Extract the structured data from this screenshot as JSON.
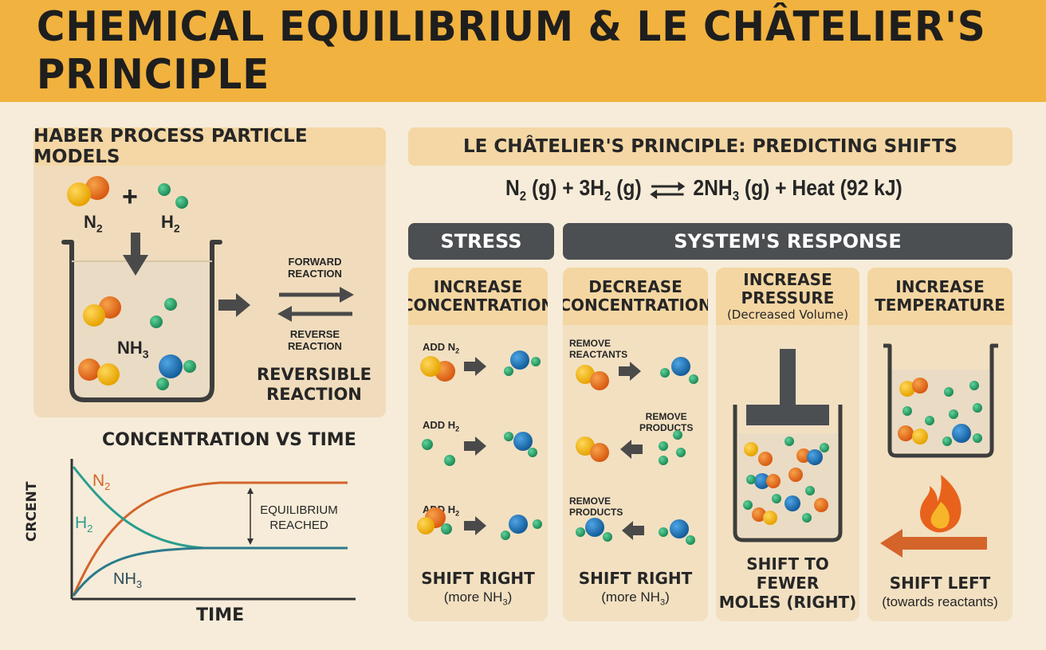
{
  "title": "CHEMICAL EQUILIBRIUM & LE CHÂTELIER'S PRINCIPLE",
  "left_panel": {
    "heading": "HABER PROCESS PARTICLE MODELS",
    "plus": "+",
    "n2_label": "N",
    "h2_label": "H",
    "nh3_label": "NH",
    "sub2": "2",
    "sub3": "3",
    "forward": [
      "FORWARD",
      "REACTION"
    ],
    "reverse": [
      "REVERSE",
      "REACTION"
    ],
    "reversible": [
      "REVERSIBLE",
      "REACTION"
    ]
  },
  "graph": {
    "title": "CONCENTRATION VS TIME",
    "ylabel": "CRCENT",
    "xlabel": "TIME",
    "annotation": [
      "EQUILIBRIUM",
      "REACHED"
    ],
    "series": [
      {
        "name": "N2",
        "color": "#d4642a"
      },
      {
        "name": "H2",
        "color": "#2a9d8f"
      },
      {
        "name": "NH3",
        "color": "#2c7a8c"
      }
    ]
  },
  "right_panel": {
    "heading": "LE CHÂTELIER'S PRINCIPLE: PREDICTING SHIFTS",
    "equation": {
      "n2": "N",
      "s1": "2",
      "mid1": " (g) + 3H",
      "s2": "2",
      "mid2": " (g)",
      "nh3": "2NH",
      "s3": "3",
      "tail": " (g) + Heat (92 kJ)"
    },
    "stress_header": "STRESS",
    "response_header": "SYSTEM'S RESPONSE",
    "columns": [
      {
        "title": [
          "INCREASE",
          "CONCENTRATION"
        ],
        "rows": [
          "ADD N",
          "ADD H",
          "ADD H"
        ],
        "rows_sub": [
          "2",
          "2",
          "2"
        ],
        "result": "SHIFT RIGHT",
        "result_sub": "(more NH",
        "result_sub_end": ")"
      },
      {
        "title": [
          "DECREASE",
          "CONCENTRATION"
        ],
        "rows": [
          [
            "REMOVE",
            "REACTANTS"
          ],
          [
            "REMOVE",
            "PRODUCTS"
          ],
          [
            "REMOVE",
            "PRODUCTS"
          ]
        ],
        "result": "SHIFT RIGHT",
        "result_sub": "(more NH",
        "result_sub_end": ")"
      },
      {
        "title": [
          "INCREASE",
          "PRESSURE"
        ],
        "subtitle": "(Decreased Volume)",
        "result": [
          "SHIFT TO FEWER",
          "MOLES (RIGHT)"
        ]
      },
      {
        "title": [
          "INCREASE",
          "TEMPERATURE"
        ],
        "result": "SHIFT LEFT",
        "result_sub": "(towards reactants)"
      }
    ]
  },
  "colors": {
    "banner": "#f1b23f",
    "background": "#f6ecd9",
    "panel": "#f0dcbc",
    "header": "#f4d7a5",
    "dark": "#4b4f52",
    "orange": "#e2761c",
    "yellow": "#f2b21b",
    "green": "#2fa36b",
    "blue": "#1f78b4"
  }
}
